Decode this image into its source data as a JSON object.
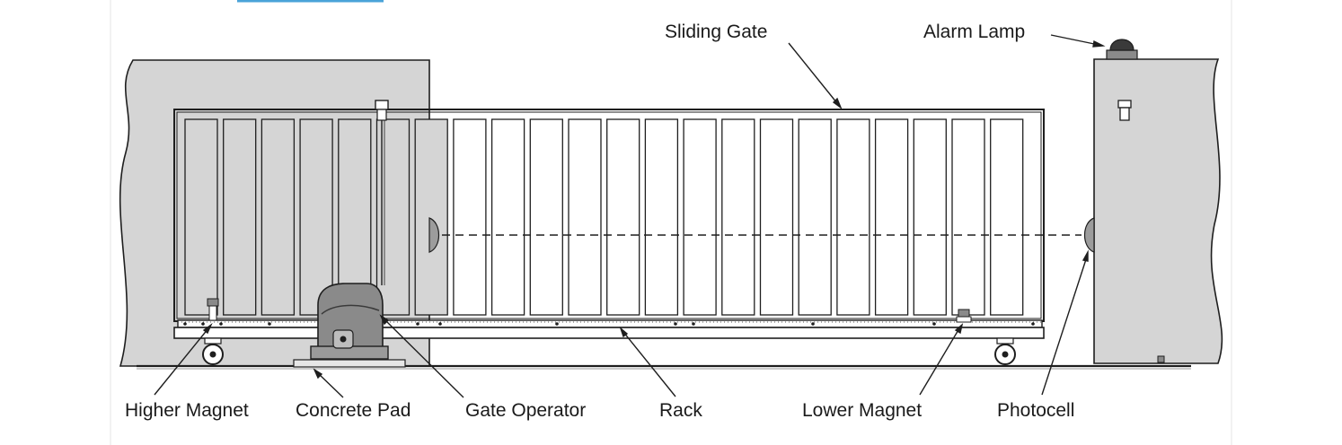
{
  "labels": {
    "sliding_gate": "Sliding Gate",
    "alarm_lamp": "Alarm Lamp",
    "higher_magnet": "Higher Magnet",
    "concrete_pad": "Concrete Pad",
    "gate_operator": "Gate Operator",
    "rack": "Rack",
    "lower_magnet": "Lower Magnet",
    "photocell": "Photocell"
  },
  "colors": {
    "wall_fill": "#d5d5d5",
    "line": "#1e1e1e",
    "operator_fill": "#8a8a8a",
    "top_accent": "#4aa3d8"
  },
  "gate_panel_count": 22
}
